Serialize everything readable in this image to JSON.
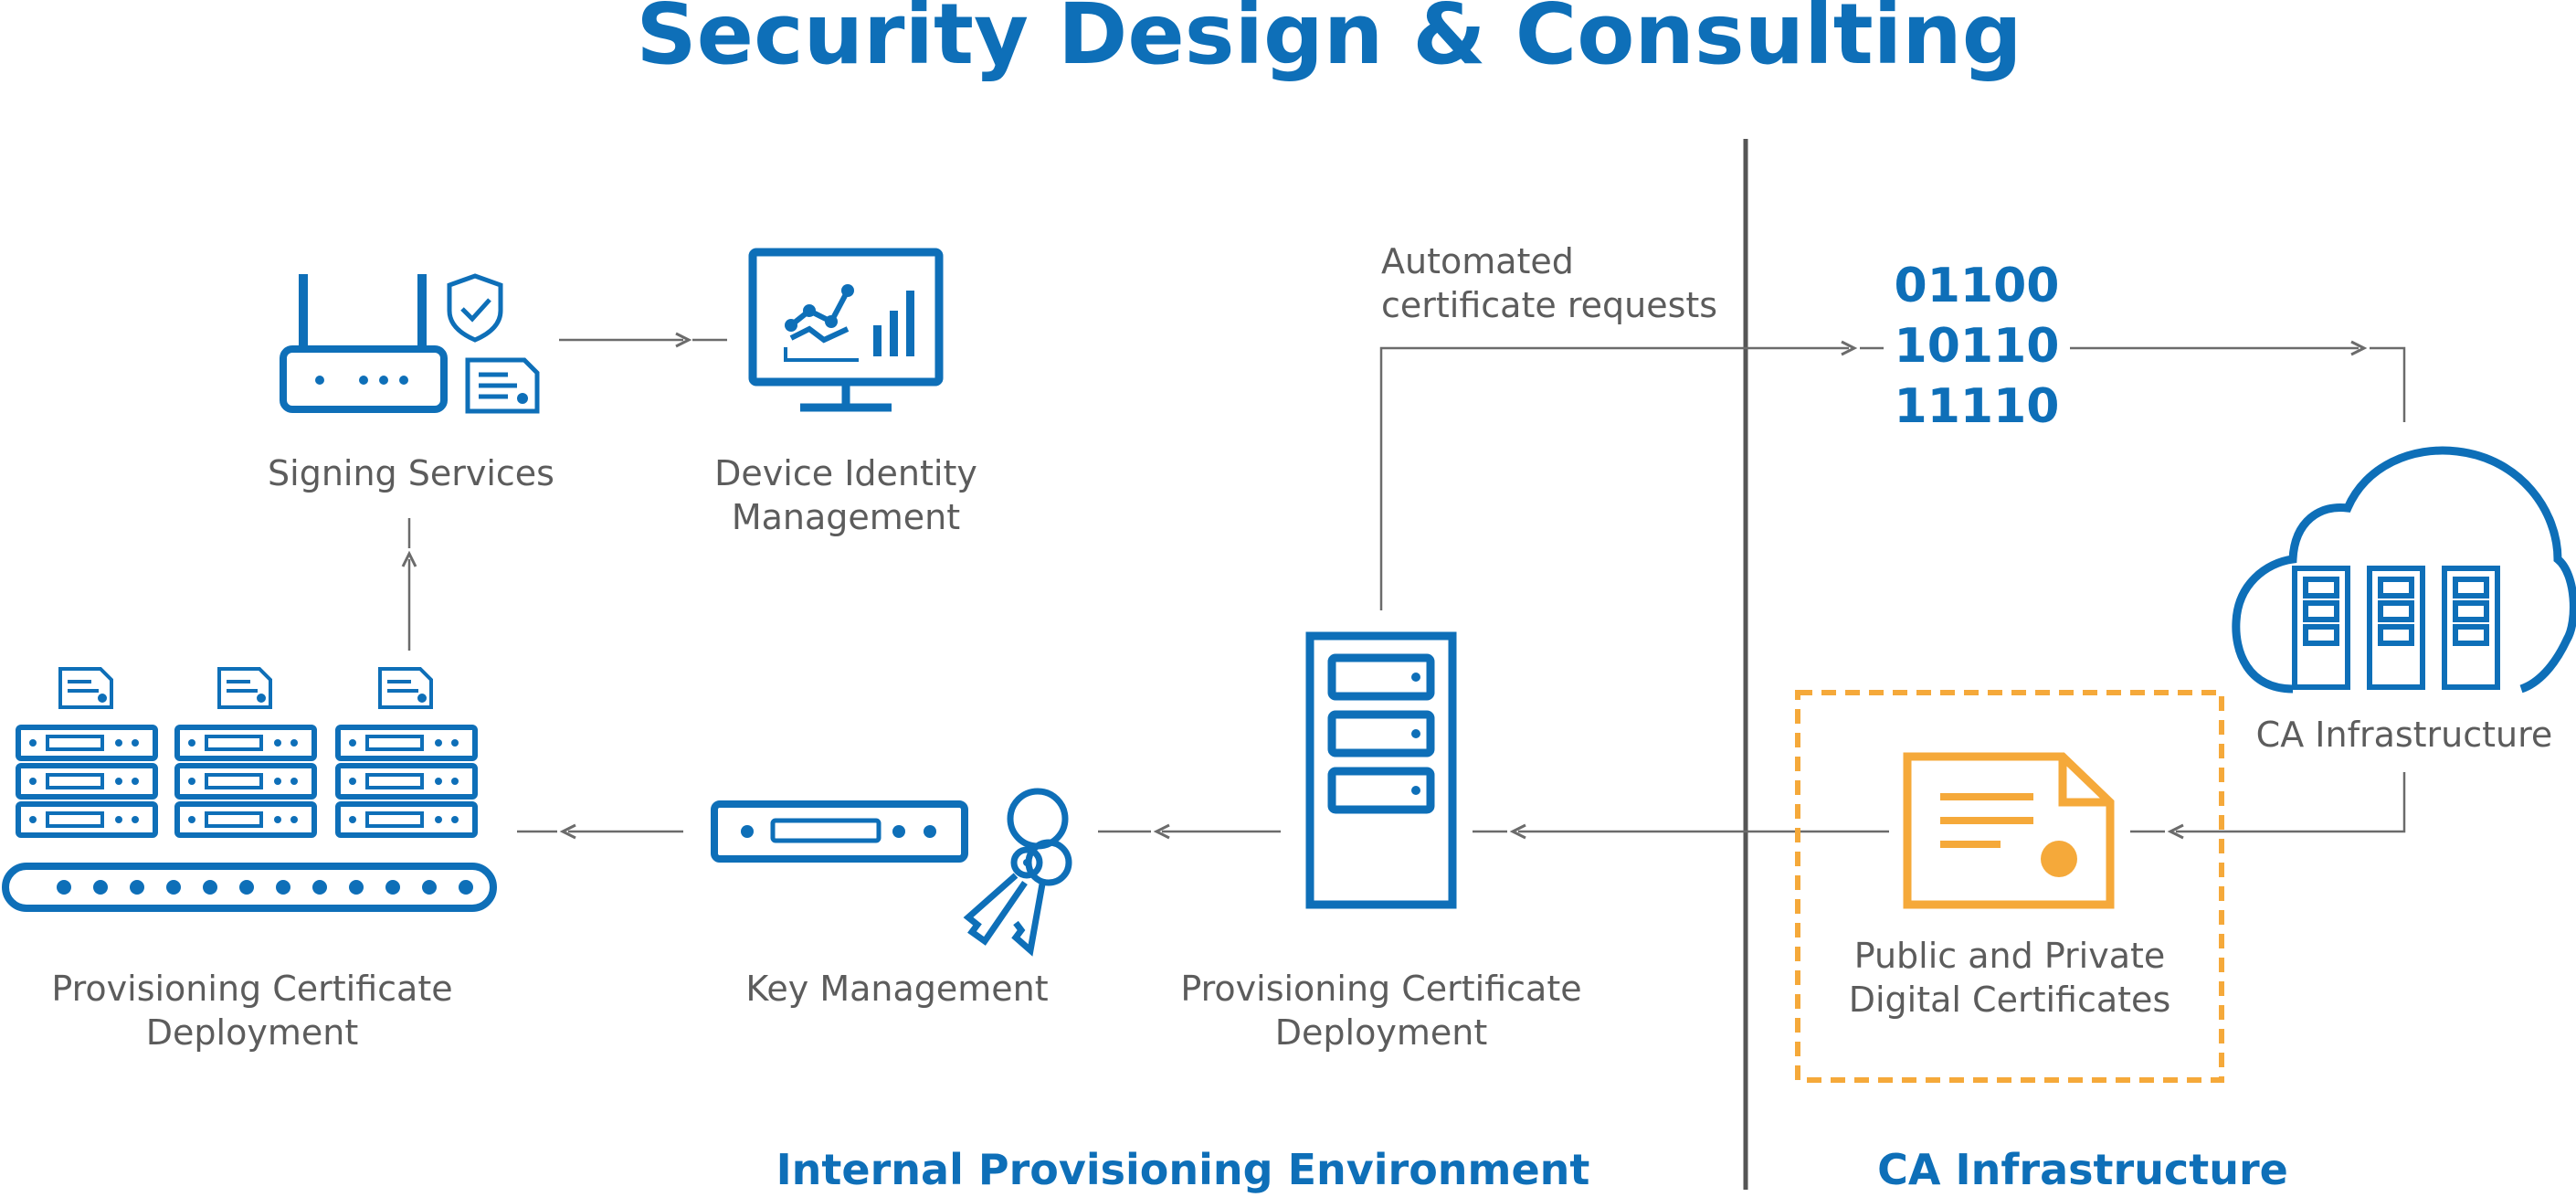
{
  "title": "Security Design & Consulting",
  "labels": {
    "signing_services": "Signing Services",
    "device_identity": "Device Identity\nManagement",
    "automated_requests": "Automated\ncertificate requests",
    "binary": "01100\n10110\n11110",
    "prov_cert_left": "Provisioning Certificate\nDeployment",
    "key_management": "Key Management",
    "prov_cert_center": "Provisioning Certificate\nDeployment",
    "public_private": "Public and Private\nDigital Certificates",
    "ca_infra_cloud": "CA Infrastructure"
  },
  "sections": {
    "internal": "Internal Provisioning Environment",
    "ca": "CA Infrastructure"
  },
  "colors": {
    "brand_blue": "#0e6fb8",
    "orange": "#f5a93a",
    "arrow_gray": "#6b6b6b",
    "divider_gray": "#555555",
    "text_gray": "#5c5c5c"
  },
  "icons": [
    "router-icon",
    "shield-check-icon",
    "document-icon",
    "monitor-chart-icon",
    "server-tower-icon",
    "cloud-servers-icon",
    "certificate-icon",
    "rack-server-icon",
    "keys-icon",
    "server-conveyor-icon"
  ]
}
